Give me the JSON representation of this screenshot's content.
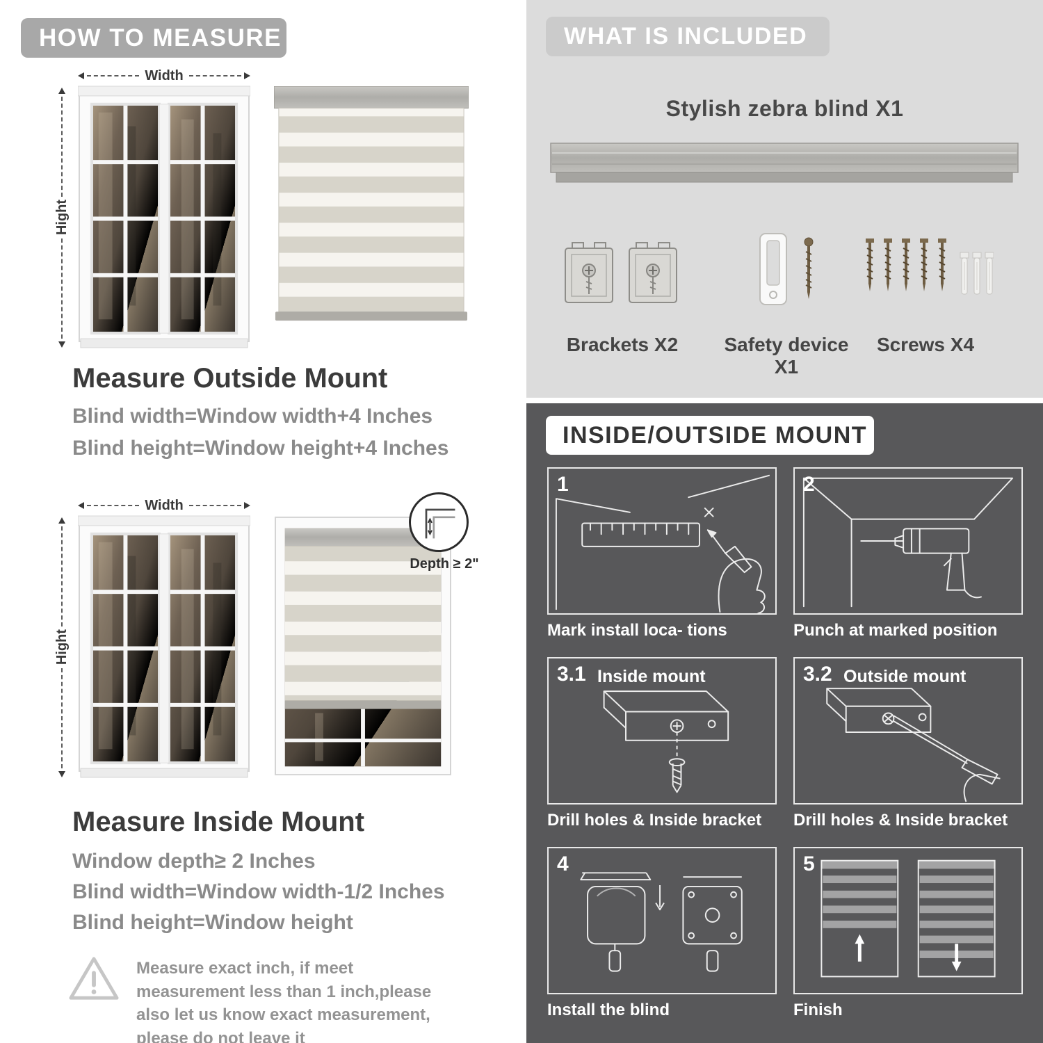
{
  "left": {
    "header": "HOW TO MEASURE",
    "outside": {
      "width_label": "Width",
      "height_label": "Hight",
      "title": "Measure Outside Mount",
      "line1": "Blind width=Window width+4 Inches",
      "line2": "Blind height=Window height+4 Inches"
    },
    "inside": {
      "width_label": "Width",
      "height_label": "Hight",
      "depth_note": "Depth ≥ 2\"",
      "title": "Measure Inside Mount",
      "line1": "Window depth≥ 2 Inches",
      "line2": "Blind width=Window width-1/2 Inches",
      "line3": "Blind height=Window height"
    },
    "warning_text": "Measure exact inch, if meet measurement less than 1 inch,please also let us know exact measurement, please do not leave it"
  },
  "right": {
    "included": {
      "header": "WHAT IS INCLUDED",
      "blind_label": "Stylish zebra blind X1",
      "items": [
        {
          "label": "Brackets X2"
        },
        {
          "label": "Safety device X1"
        },
        {
          "label": "Screws X4"
        }
      ]
    },
    "mount": {
      "header": "INSIDE/OUTSIDE MOUNT",
      "steps": [
        {
          "num": "1",
          "caption": "Mark install loca- tions"
        },
        {
          "num": "2",
          "caption": "Punch at  marked position"
        },
        {
          "num": "3.1",
          "label": "Inside mount",
          "caption": "Drill holes &  Inside bracket"
        },
        {
          "num": "3.2",
          "label": "Outside mount",
          "caption": "Drill holes &  Inside bracket"
        },
        {
          "num": "4",
          "caption": "Install the blind"
        },
        {
          "num": "5",
          "caption": "Finish"
        }
      ]
    }
  },
  "colors": {
    "left_pill": "#a8a8a8",
    "right_top_bg": "#dcdcdc",
    "right_top_pill": "#cbcbcb",
    "dark_panel_bg": "#58585a",
    "heading_text": "#3b3b3b",
    "muted_text": "#8a8a8a",
    "blind_fabric": "#d7d4ca",
    "blind_sheer": "#f6f4ef"
  }
}
